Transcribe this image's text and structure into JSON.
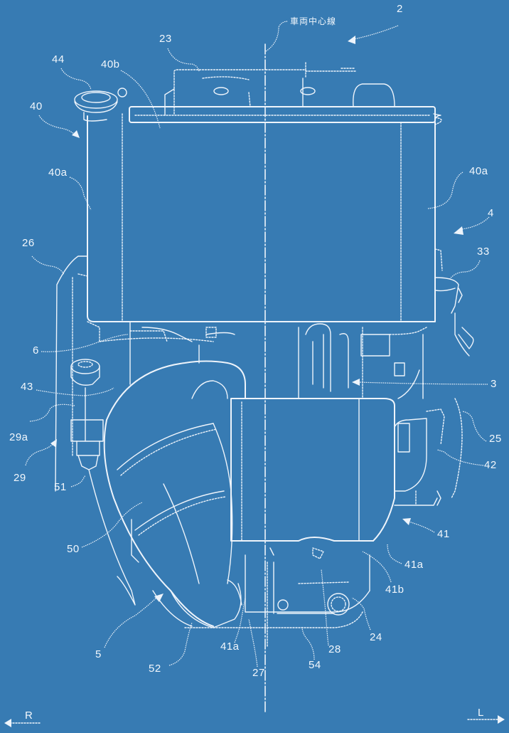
{
  "figure": {
    "background_color": "#377bb3",
    "line_color": "#eef4fb",
    "centerline_label": "車両中心線",
    "direction_left": "R",
    "direction_right": "L"
  },
  "labels": {
    "l2": "2",
    "l23": "23",
    "l44": "44",
    "l40b": "40b",
    "l40": "40",
    "l40a_left": "40a",
    "l40a_right": "40a",
    "l4": "4",
    "l26": "26",
    "l33": "33",
    "l6": "6",
    "l3": "3",
    "l43": "43",
    "l29a": "29a",
    "l25": "25",
    "l29": "29",
    "l42": "42",
    "l51": "51",
    "l41": "41",
    "l50": "50",
    "l41a_right": "41a",
    "l41b": "41b",
    "l24": "24",
    "l5": "5",
    "l28": "28",
    "l41a_bottom": "41a",
    "l54": "54",
    "l52": "52",
    "l27": "27"
  }
}
